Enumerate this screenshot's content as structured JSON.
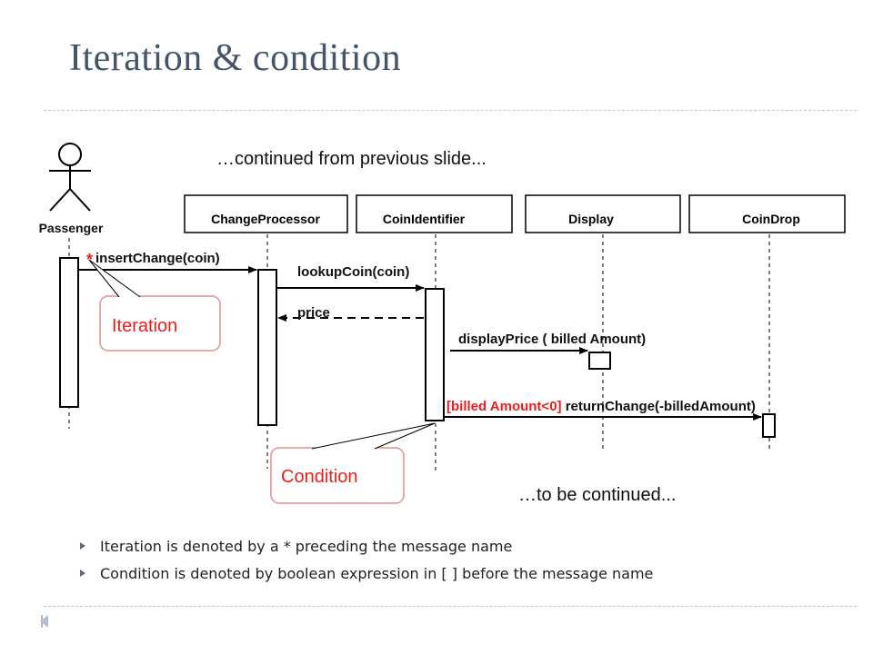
{
  "title": "Iteration & condition",
  "continued_from": "…continued from previous slide...",
  "to_be_continued": "…to be continued...",
  "actor": {
    "label": "Passenger"
  },
  "objects": [
    "ChangeProcessor",
    "CoinIdentifier",
    "Display",
    "CoinDrop"
  ],
  "messages": {
    "iteration_marker": "*",
    "insert_change": "insertChange(coin)",
    "lookup_coin": "lookupCoin(coin)",
    "price": "price",
    "display_price": "displayPrice ( billed Amount)",
    "guard": "[billed Amount<0]",
    "return_change": " returnChange(-billedAmount)"
  },
  "callouts": {
    "iteration": "Iteration",
    "condition": "Condition"
  },
  "bullets": [
    "Iteration is denoted by a * preceding the message name",
    "Condition is denoted by boolean expression in [ ] before the message name"
  ],
  "colors": {
    "title": "#445469",
    "highlight": "#e8201c",
    "callout_border": "#e08f8f",
    "divider": "#b9c6d4"
  }
}
